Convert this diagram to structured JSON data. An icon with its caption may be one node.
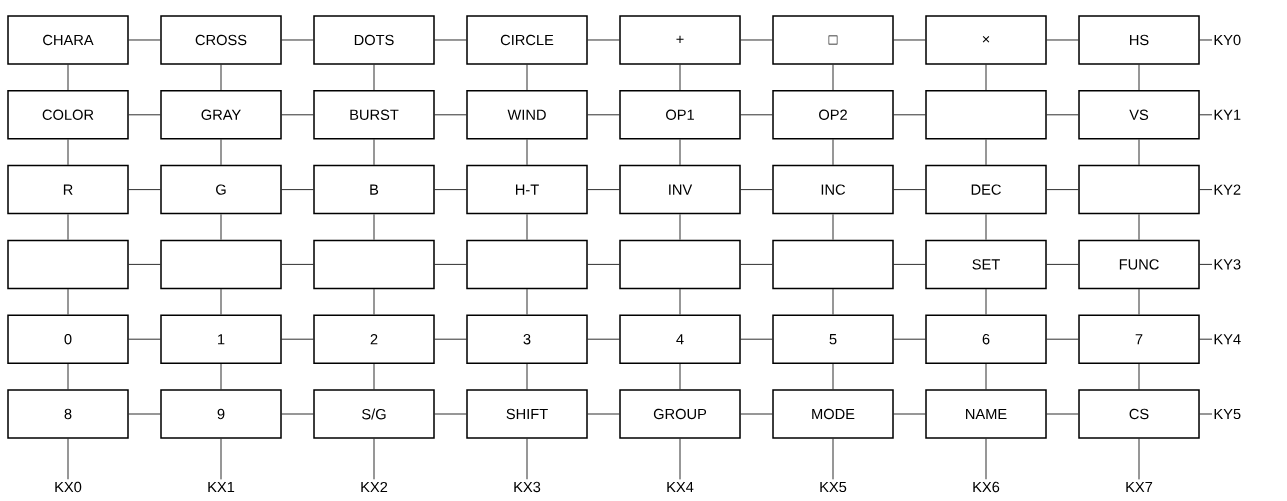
{
  "diagram": {
    "nodes": [
      {
        "text": [
          "CHARA"
        ]
      },
      {
        "text": [
          "CROSS"
        ]
      },
      {
        "text": [
          "DOTS"
        ]
      },
      {
        "text": [
          "CIRCLE"
        ]
      },
      {
        "text": [
          "+"
        ]
      },
      {
        "text": [
          "□"
        ]
      },
      {
        "text": [
          "×"
        ]
      },
      {
        "text": [
          "HS"
        ]
      },
      {
        "text": [
          "KY0"
        ]
      },
      {
        "text": [
          "COLOR"
        ]
      },
      {
        "text": [
          "GRAY"
        ]
      },
      {
        "text": [
          "BURST"
        ]
      },
      {
        "text": [
          "WIND"
        ]
      },
      {
        "text": [
          "OP1"
        ]
      },
      {
        "text": [
          "OP2"
        ]
      },
      {
        "text": [],
        "shape": "box"
      },
      {
        "text": [
          "VS"
        ]
      },
      {
        "text": [
          "KY1"
        ]
      },
      {
        "text": [
          "R"
        ]
      },
      {
        "text": [
          "G"
        ]
      },
      {
        "text": [
          "B"
        ]
      },
      {
        "text": [
          "H-T"
        ]
      },
      {
        "text": [
          "INV"
        ]
      },
      {
        "text": [
          "INC"
        ]
      },
      {
        "text": [
          "DEC"
        ]
      },
      {
        "text": [],
        "shape": "box"
      },
      {
        "text": [
          "KY2"
        ]
      },
      {
        "text": [],
        "shape": "box"
      },
      {
        "text": [],
        "shape": "box"
      },
      {
        "text": [],
        "shape": "box"
      },
      {
        "text": [],
        "shape": "box"
      },
      {
        "text": [],
        "shape": "box"
      },
      {
        "text": [],
        "shape": "box"
      },
      {
        "text": [
          "SET"
        ]
      },
      {
        "text": [
          "FUNC"
        ]
      },
      {
        "text": [
          "KY3"
        ]
      },
      {
        "text": [
          "0"
        ]
      },
      {
        "text": [
          "1"
        ]
      },
      {
        "text": [
          "2"
        ]
      },
      {
        "text": [
          "3"
        ]
      },
      {
        "text": [
          "4"
        ]
      },
      {
        "text": [
          "5"
        ]
      },
      {
        "text": [
          "6"
        ]
      },
      {
        "text": [
          "7"
        ]
      },
      {
        "text": [
          "KY4"
        ]
      },
      {
        "text": [
          "8"
        ]
      },
      {
        "text": [
          "9"
        ]
      },
      {
        "text": [
          "S/G"
        ]
      },
      {
        "text": [
          "SHIFT"
        ]
      },
      {
        "text": [
          "GROUP"
        ]
      },
      {
        "text": [
          "MODE"
        ]
      },
      {
        "text": [
          "NAME"
        ]
      },
      {
        "text": [
          "CS"
        ]
      },
      {
        "text": [
          "KY5"
        ]
      },
      {
        "text": [
          "KX0"
        ]
      },
      {
        "text": [
          "KX1"
        ]
      },
      {
        "text": [
          "KX2"
        ]
      },
      {
        "text": [
          "KX3"
        ]
      },
      {
        "text": [
          "KX4"
        ]
      },
      {
        "text": [
          "KX5"
        ]
      },
      {
        "text": [
          "KX6"
        ]
      },
      {
        "text": [
          "KX7"
        ]
      }
    ],
    "edges": [
      {
        "from": 0,
        "to": 1,
        "arrow": "none"
      },
      {
        "from": 1,
        "to": 2,
        "arrow": "none"
      },
      {
        "from": 2,
        "to": 3,
        "arrow": "none"
      },
      {
        "from": 3,
        "to": 4,
        "arrow": "none"
      },
      {
        "from": 4,
        "to": 5,
        "arrow": "none"
      },
      {
        "from": 5,
        "to": 6,
        "arrow": "none"
      },
      {
        "from": 6,
        "to": 7,
        "arrow": "none"
      },
      {
        "from": 7,
        "to": 8,
        "arrow": "none"
      },
      {
        "from": 9,
        "to": 10,
        "arrow": "none"
      },
      {
        "from": 10,
        "to": 11,
        "arrow": "none"
      },
      {
        "from": 11,
        "to": 12,
        "arrow": "none"
      },
      {
        "from": 12,
        "to": 13,
        "arrow": "none"
      },
      {
        "from": 13,
        "to": 14,
        "arrow": "none"
      },
      {
        "from": 14,
        "to": 15,
        "arrow": "none"
      },
      {
        "from": 15,
        "to": 16,
        "arrow": "none"
      },
      {
        "from": 16,
        "to": 17,
        "arrow": "none"
      },
      {
        "from": 18,
        "to": 19,
        "arrow": "none"
      },
      {
        "from": 19,
        "to": 20,
        "arrow": "none"
      },
      {
        "from": 20,
        "to": 21,
        "arrow": "none"
      },
      {
        "from": 21,
        "to": 22,
        "arrow": "none"
      },
      {
        "from": 22,
        "to": 23,
        "arrow": "none"
      },
      {
        "from": 23,
        "to": 24,
        "arrow": "none"
      },
      {
        "from": 24,
        "to": 25,
        "arrow": "none"
      },
      {
        "from": 25,
        "to": 26,
        "arrow": "none"
      },
      {
        "from": 27,
        "to": 28,
        "arrow": "none"
      },
      {
        "from": 28,
        "to": 29,
        "arrow": "none"
      },
      {
        "from": 29,
        "to": 30,
        "arrow": "none"
      },
      {
        "from": 30,
        "to": 31,
        "arrow": "none"
      },
      {
        "from": 31,
        "to": 32,
        "arrow": "none"
      },
      {
        "from": 32,
        "to": 33,
        "arrow": "none"
      },
      {
        "from": 33,
        "to": 34,
        "arrow": "none"
      },
      {
        "from": 34,
        "to": 35,
        "arrow": "none"
      },
      {
        "from": 36,
        "to": 37,
        "arrow": "none"
      },
      {
        "from": 37,
        "to": 38,
        "arrow": "none"
      },
      {
        "from": 38,
        "to": 39,
        "arrow": "none"
      },
      {
        "from": 39,
        "to": 40,
        "arrow": "none"
      },
      {
        "from": 40,
        "to": 41,
        "arrow": "none"
      },
      {
        "from": 41,
        "to": 42,
        "arrow": "none"
      },
      {
        "from": 42,
        "to": 43,
        "arrow": "none"
      },
      {
        "from": 43,
        "to": 44,
        "arrow": "none"
      },
      {
        "from": 45,
        "to": 46,
        "arrow": "none"
      },
      {
        "from": 46,
        "to": 47,
        "arrow": "none"
      },
      {
        "from": 47,
        "to": 48,
        "arrow": "none"
      },
      {
        "from": 48,
        "to": 49,
        "arrow": "none"
      },
      {
        "from": 49,
        "to": 50,
        "arrow": "none"
      },
      {
        "from": 50,
        "to": 51,
        "arrow": "none"
      },
      {
        "from": 51,
        "to": 52,
        "arrow": "none"
      },
      {
        "from": 52,
        "to": 53,
        "arrow": "none"
      },
      {
        "from": 0,
        "to": 9,
        "arrow": "none"
      },
      {
        "from": 9,
        "to": 18,
        "arrow": "none"
      },
      {
        "from": 18,
        "to": 27,
        "arrow": "none"
      },
      {
        "from": 27,
        "to": 36,
        "arrow": "none"
      },
      {
        "from": 36,
        "to": 45,
        "arrow": "none"
      },
      {
        "from": 45,
        "to": 54,
        "arrow": "none"
      },
      {
        "from": 1,
        "to": 10,
        "arrow": "none"
      },
      {
        "from": 10,
        "to": 19,
        "arrow": "none"
      },
      {
        "from": 19,
        "to": 28,
        "arrow": "none"
      },
      {
        "from": 28,
        "to": 37,
        "arrow": "none"
      },
      {
        "from": 37,
        "to": 46,
        "arrow": "none"
      },
      {
        "from": 46,
        "to": 55,
        "arrow": "none"
      },
      {
        "from": 2,
        "to": 11,
        "arrow": "none"
      },
      {
        "from": 11,
        "to": 20,
        "arrow": "none"
      },
      {
        "from": 20,
        "to": 29,
        "arrow": "none"
      },
      {
        "from": 29,
        "to": 38,
        "arrow": "none"
      },
      {
        "from": 38,
        "to": 47,
        "arrow": "none"
      },
      {
        "from": 47,
        "to": 56,
        "arrow": "none"
      },
      {
        "from": 3,
        "to": 12,
        "arrow": "none"
      },
      {
        "from": 12,
        "to": 21,
        "arrow": "none"
      },
      {
        "from": 21,
        "to": 30,
        "arrow": "none"
      },
      {
        "from": 30,
        "to": 39,
        "arrow": "none"
      },
      {
        "from": 39,
        "to": 48,
        "arrow": "none"
      },
      {
        "from": 48,
        "to": 57,
        "arrow": "none"
      },
      {
        "from": 4,
        "to": 13,
        "arrow": "none"
      },
      {
        "from": 13,
        "to": 22,
        "arrow": "none"
      },
      {
        "from": 22,
        "to": 31,
        "arrow": "none"
      },
      {
        "from": 31,
        "to": 40,
        "arrow": "none"
      },
      {
        "from": 40,
        "to": 49,
        "arrow": "none"
      },
      {
        "from": 49,
        "to": 58,
        "arrow": "none"
      },
      {
        "from": 5,
        "to": 14,
        "arrow": "none"
      },
      {
        "from": 14,
        "to": 23,
        "arrow": "none"
      },
      {
        "from": 23,
        "to": 32,
        "arrow": "none"
      },
      {
        "from": 32,
        "to": 41,
        "arrow": "none"
      },
      {
        "from": 41,
        "to": 50,
        "arrow": "none"
      },
      {
        "from": 50,
        "to": 59,
        "arrow": "none"
      },
      {
        "from": 6,
        "to": 15,
        "arrow": "none"
      },
      {
        "from": 15,
        "to": 24,
        "arrow": "none"
      },
      {
        "from": 24,
        "to": 33,
        "arrow": "none"
      },
      {
        "from": 33,
        "to": 42,
        "arrow": "none"
      },
      {
        "from": 42,
        "to": 51,
        "arrow": "none"
      },
      {
        "from": 51,
        "to": 60,
        "arrow": "none"
      },
      {
        "from": 7,
        "to": 16,
        "arrow": "none"
      },
      {
        "from": 16,
        "to": 25,
        "arrow": "none"
      },
      {
        "from": 25,
        "to": 34,
        "arrow": "none"
      },
      {
        "from": 34,
        "to": 43,
        "arrow": "none"
      },
      {
        "from": 43,
        "to": 52,
        "arrow": "none"
      },
      {
        "from": 52,
        "to": 61,
        "arrow": "none"
      }
    ]
  }
}
